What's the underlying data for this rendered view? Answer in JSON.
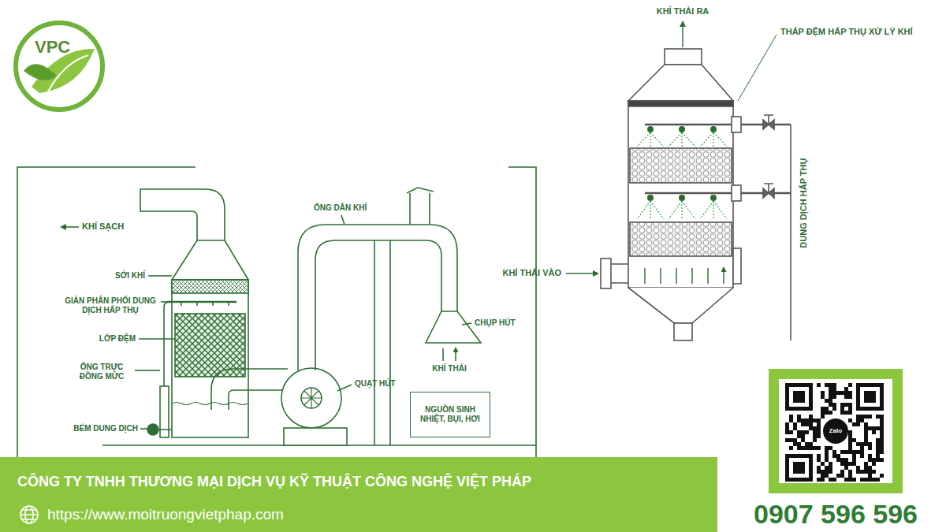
{
  "diagram": {
    "nodes": [
      {
        "text": [
          "CÔNG TY TNHH THƯƠNG MẠI DỊCH VỤ KỸ THUẬT CÔNG NGHỆ VIỆT PHÁP",
          "https://www.moitruongvietphap.com"
        ]
      },
      {
        "text": [
          "NGUỒN SINH NHIỆT, BỤI, HƠI"
        ]
      }
    ],
    "labels": [
      "VPC",
      "KHÍ SẠCH",
      "SỚI KHÍ",
      "GIÀN PHÂN PHỐI DUNG DỊCH HẤP THỤ",
      "LỚP ĐỆM",
      "ỐNG TRỰC ĐỒNG MỨC",
      "BỂM DUNG DỊCH",
      "ỐNG DẪN KHÍ",
      "QUẠT HÚT",
      "CHỤP HÚT",
      "KHÍ THẢI",
      "KHÍ THẢI RA",
      "THÁP ĐỆM HẤP THỤ XỬ LÝ KHÍ",
      "DUNG DỊCH HẤP THỤ",
      "KHÍ THẢI VÀO",
      "0907 596 596",
      "Zalo"
    ]
  }
}
